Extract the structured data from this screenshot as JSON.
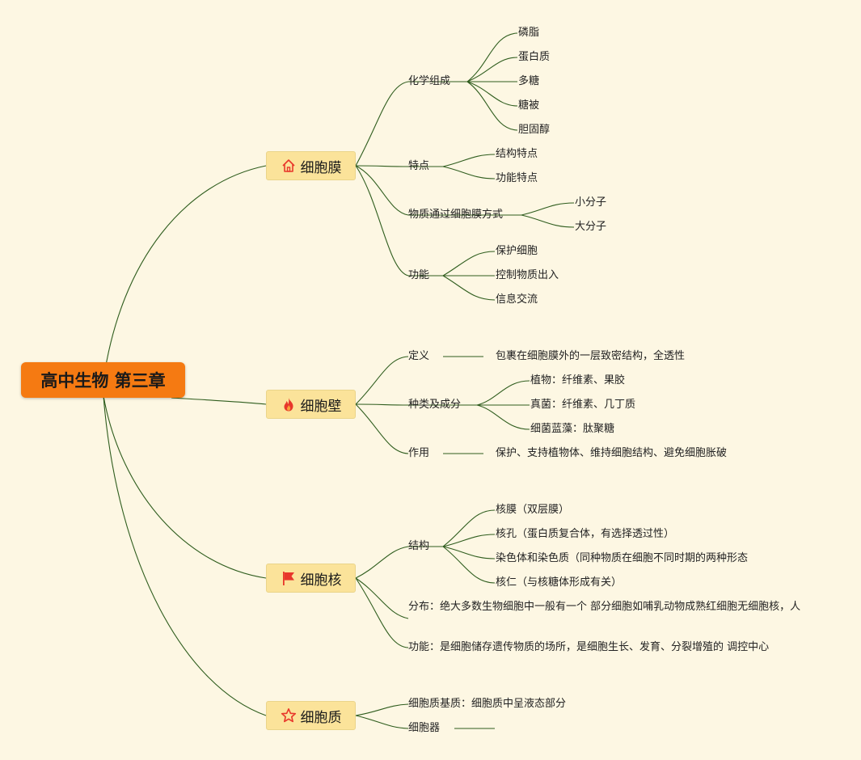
{
  "root": {
    "label": "高中生物 第三章"
  },
  "branches": {
    "membrane": {
      "label": "细胞膜",
      "icon": "house-icon",
      "chem": {
        "label": "化学组成",
        "items": [
          "磷脂",
          "蛋白质",
          "多糖",
          "糖被",
          "胆固醇"
        ]
      },
      "feature": {
        "label": "特点",
        "items": [
          "结构特点",
          "功能特点"
        ]
      },
      "transport": {
        "label": "物质通过细胞膜方式",
        "items": [
          "小分子",
          "大分子"
        ]
      },
      "function": {
        "label": "功能",
        "items": [
          "保护细胞",
          "控制物质出入",
          "信息交流"
        ]
      }
    },
    "wall": {
      "label": "细胞壁",
      "icon": "fire-icon",
      "definition": {
        "label": "定义",
        "value": "包裹在细胞膜外的一层致密结构，全透性"
      },
      "types": {
        "label": "种类及成分",
        "items": [
          "植物：纤维素、果胶",
          "真菌：纤维素、几丁质",
          "细菌蓝藻：肽聚糖"
        ]
      },
      "role": {
        "label": "作用",
        "value": "保护、支持植物体、维持细胞结构、避免细胞胀破"
      }
    },
    "nucleus": {
      "label": "细胞核",
      "icon": "flag-icon",
      "structure": {
        "label": "结构",
        "items": [
          "核膜（双层膜）",
          "核孔（蛋白质复合体，有选择透过性）",
          "染色体和染色质（同种物质在细胞不同时期的两种形态",
          "核仁（与核糖体形成有关）"
        ]
      },
      "distribution": "分布：绝大多数生物细胞中一般有一个 部分细胞如哺乳动物成熟红细胞无细胞核，人",
      "function": "功能：是细胞储存遗传物质的场所，是细胞生长、发育、分裂增殖的 调控中心"
    },
    "cytoplasm": {
      "label": "细胞质",
      "icon": "star-icon",
      "matrix": "细胞质基质：细胞质中呈液态部分",
      "organelle": "细胞器"
    }
  },
  "colors": {
    "background": "#fdf7e3",
    "root": "#f57a12",
    "branch": "#fbe39a",
    "line": "#2f5d1e",
    "icon_red": "#e8372b"
  }
}
